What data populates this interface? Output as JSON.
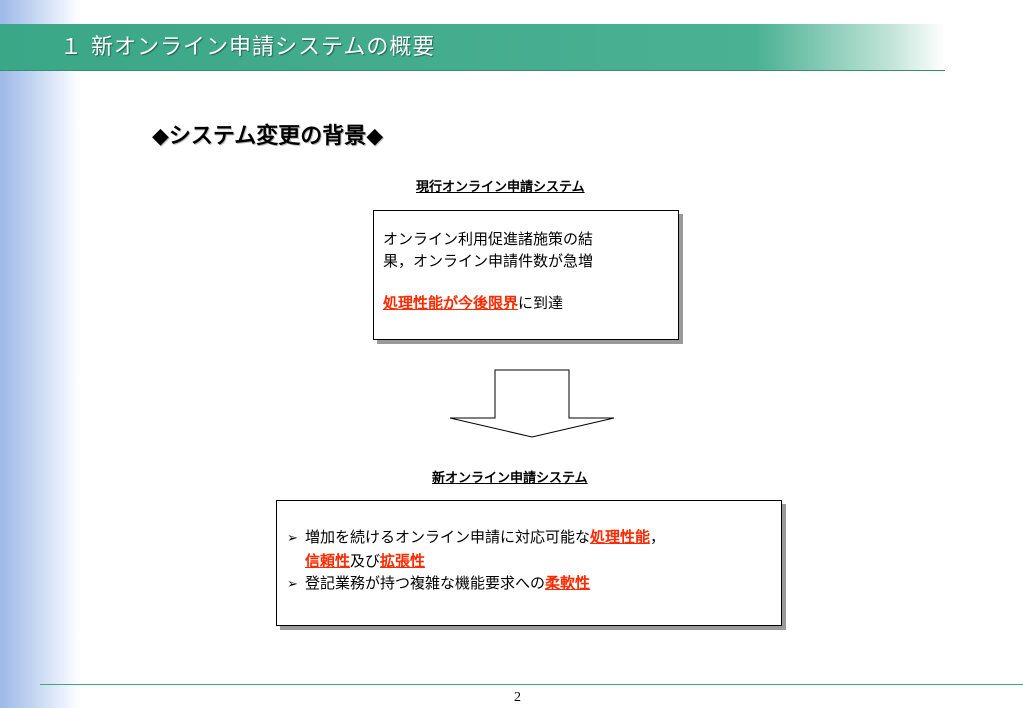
{
  "slide": {
    "title": "１  新オンライン申請システムの概要",
    "section_heading": "◆システム変更の背景◆",
    "page_number": "2"
  },
  "current_system": {
    "label": "現行オンライン申請システム",
    "line1": "オンライン利用促進諸施策の結",
    "line2": "果，オンライン申請件数が急増",
    "highlight": "処理性能が今後限界",
    "after_highlight": "に到達"
  },
  "new_system": {
    "label": "新オンライン申請システム",
    "bullet_glyph": "➢",
    "item1_text": "増加を続けるオンライン申請に対応可能な",
    "item1_hl1": "処理性能",
    "item1_comma": "，",
    "item1_hl2": "信頼性",
    "item1_mid": "及び",
    "item1_hl3": "拡張性",
    "item2_text": "登記業務が持つ複雑な機能要求への",
    "item2_hl": "柔軟性"
  },
  "colors": {
    "header_green": "#3aa787",
    "highlight_red": "#ff2a00",
    "left_gradient_blue": "#9db8e8"
  },
  "icons": {
    "transition_arrow": "down-arrow-icon"
  }
}
